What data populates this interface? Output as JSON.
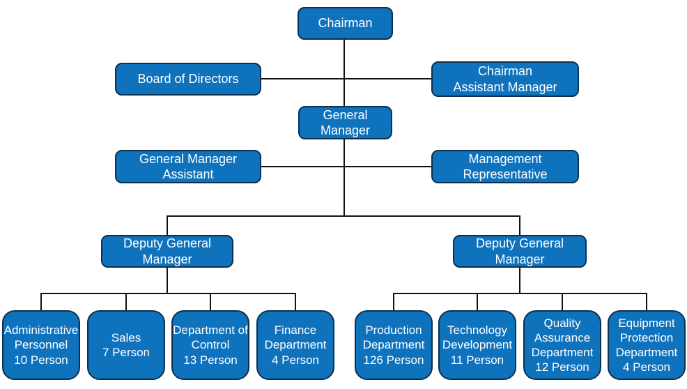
{
  "colors": {
    "page_bg": "#ffffff",
    "node_fill": "#0F72BC",
    "node_border": "#0b3050",
    "node_text": "#ffffff",
    "line_color": "#111111"
  },
  "nodes": {
    "chairman": {
      "label": "Chairman"
    },
    "board_of_directors": {
      "label": "Board of Directors"
    },
    "chairman_assistant": {
      "label": "Chairman\nAssistant Manager"
    },
    "general_manager": {
      "label": "General\nManager"
    },
    "gm_assistant": {
      "label": "General Manager\nAssistant"
    },
    "mgmt_representative": {
      "label": "Management\nRepresentative"
    },
    "deputy_gm_left": {
      "label": "Deputy General\nManager"
    },
    "deputy_gm_right": {
      "label": "Deputy General\nManager"
    },
    "administrative": {
      "label": "Administrative\nPersonnel\n10 Person"
    },
    "sales": {
      "label": "Sales\n7 Person"
    },
    "dept_of_control": {
      "label": "Department of\nControl\n13 Person"
    },
    "finance": {
      "label": "Finance\nDepartment\n4 Person"
    },
    "production": {
      "label": "Production\nDepartment\n126 Person"
    },
    "technology": {
      "label": "Technology\nDevelopment\n11 Person"
    },
    "quality_assurance": {
      "label": "Quality\nAssurance\nDepartment\n12 Person"
    },
    "equipment": {
      "label": "Equipment\nProtection\nDepartment\n4 Person"
    }
  }
}
